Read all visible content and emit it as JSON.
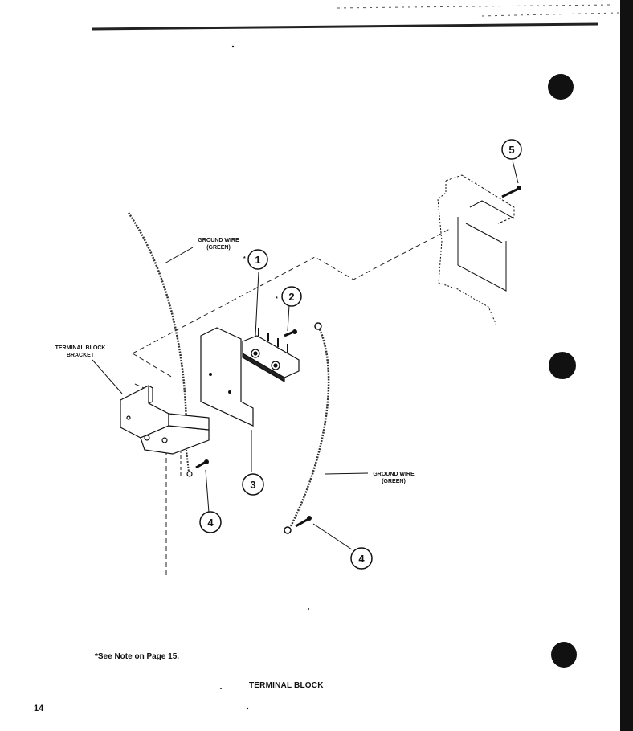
{
  "title": "TERMINAL BLOCK",
  "footnote": "*See Note on Page 15.",
  "page_number": "14",
  "labels": {
    "ground_wire_top_line1": "GROUND WIRE",
    "ground_wire_top_line2": "(GREEN)",
    "bracket_line1": "TERMINAL BLOCK",
    "bracket_line2": "BRACKET",
    "ground_wire_bottom_line1": "GROUND WIRE",
    "ground_wire_bottom_line2": "(GREEN)",
    "asterisk": "*"
  },
  "callouts": {
    "c1": "1",
    "c2": "2",
    "c3": "3",
    "c4": "4",
    "c5": "5"
  }
}
